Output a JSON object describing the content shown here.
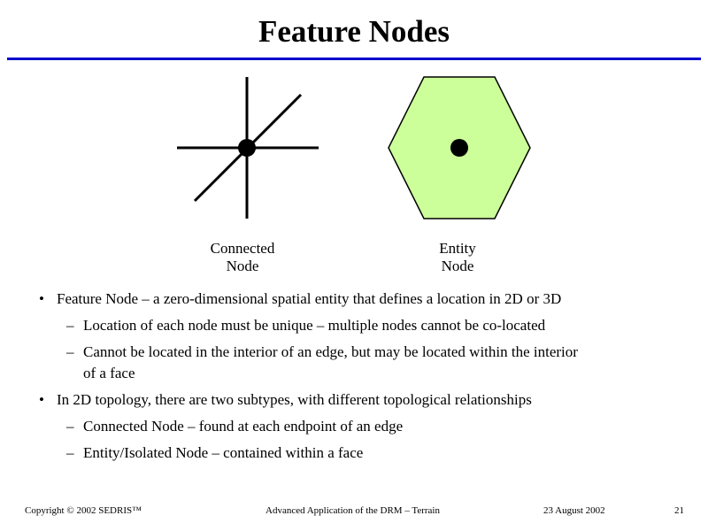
{
  "title": "Feature Nodes",
  "diagram": {
    "connected_label_1": "Connected",
    "connected_label_2": "Node",
    "entity_label_1": "Entity",
    "entity_label_2": "Node",
    "face_color": "#ccff99",
    "accent": "#0000cc"
  },
  "bullets": [
    {
      "level": 1,
      "text": "Feature Node – a zero-dimensional spatial entity that defines a location in 2D or 3D"
    },
    {
      "level": 2,
      "text": "Location of each node must be unique – multiple nodes cannot be co-located"
    },
    {
      "level": 2,
      "text": "Cannot be located in the interior of an edge, but may be located within the interior",
      "cont": "of a face"
    },
    {
      "level": 1,
      "text": "In 2D topology, there are two subtypes, with different topological relationships"
    },
    {
      "level": 2,
      "text": "Connected Node – found at each endpoint of an edge"
    },
    {
      "level": 2,
      "text": "Entity/Isolated Node – contained within a face"
    }
  ],
  "footer": {
    "copyright": "Copyright © 2002 SEDRIS™",
    "presentation": "Advanced Application of the DRM – Terrain",
    "date": "23 August 2002",
    "page": "21"
  }
}
